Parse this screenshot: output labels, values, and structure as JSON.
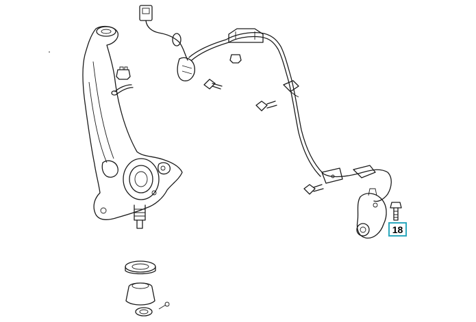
{
  "diagram": {
    "callouts": [
      {
        "number": "18",
        "highlight_color": "#2aa7bd"
      }
    ],
    "parts": [
      "steering-knuckle",
      "wheel-speed-sensor-harness",
      "wheel-speed-sensor",
      "sensor-bolt",
      "harness-bolts",
      "ball-joint-boot",
      "castle-nut",
      "cotter-pin"
    ]
  }
}
